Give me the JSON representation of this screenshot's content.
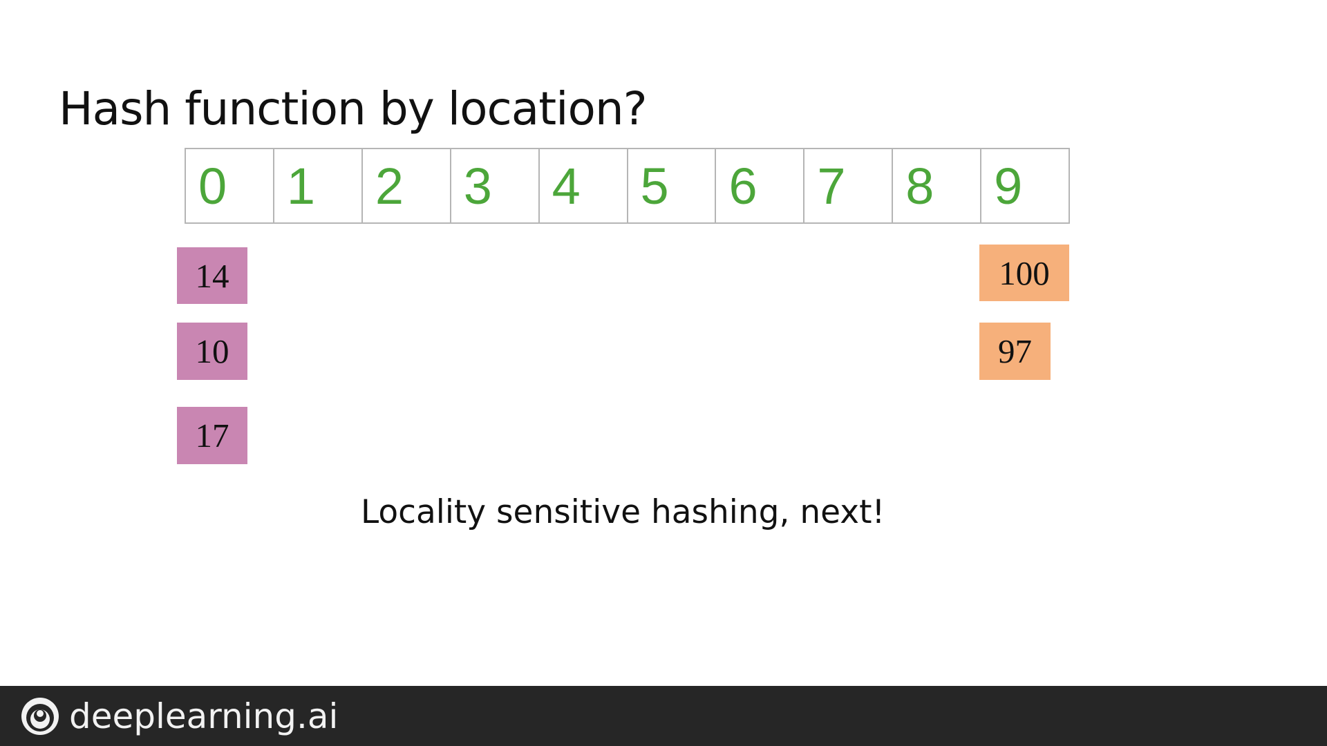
{
  "title": "Hash function by location?",
  "buckets": [
    "0",
    "1",
    "2",
    "3",
    "4",
    "5",
    "6",
    "7",
    "8",
    "9"
  ],
  "items": {
    "bucket_0": [
      "14",
      "10",
      "17"
    ],
    "bucket_9": [
      "100",
      "97"
    ]
  },
  "subtitle": "Locality sensitive hashing, next!",
  "footer": {
    "brand": "deeplearning.ai",
    "logo_icon": "deeplearning-logo-icon"
  },
  "colors": {
    "bucket_digit": "#4ca63a",
    "bucket_border": "#b5b5b5",
    "pink_item": "#c986b2",
    "orange_item": "#f6b07b",
    "footer_bg": "#262626"
  }
}
